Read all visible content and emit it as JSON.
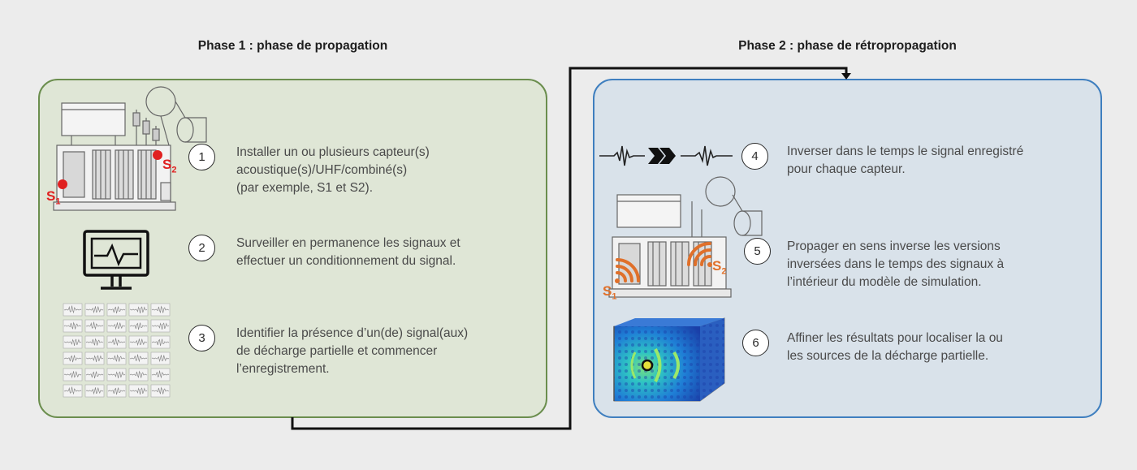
{
  "phase1": {
    "title": "Phase 1 : phase de propagation",
    "steps": [
      {
        "number": "1",
        "text": "Installer un ou plusieurs capteur(s)\nacoustique(s)/UHF/combiné(s)\n(par exemple, S1 et S2)."
      },
      {
        "number": "2",
        "text": "Surveiller en permanence les signaux et\neffectuer un conditionnement du signal."
      },
      {
        "number": "3",
        "text": "Identifier la présence d’un(de) signal(aux)\nde décharge partielle et commencer\nl’enregistrement."
      }
    ]
  },
  "phase2": {
    "title": "Phase 2 : phase de rétropropagation",
    "steps": [
      {
        "number": "4",
        "text": "Inverser dans le temps le signal enregistré\npour chaque capteur."
      },
      {
        "number": "5",
        "text": "Propager en sens inverse les versions\ninversées dans le temps des signaux à\nl’intérieur du modèle de simulation."
      },
      {
        "number": "6",
        "text": "Affiner les résultats pour localiser la ou\nles sources de la décharge partielle."
      }
    ]
  },
  "sensor_labels": {
    "s1": "S",
    "s1_sub": "1",
    "s2": "S",
    "s2_sub": "2"
  },
  "colors": {
    "phase1_border": "#6b8e4e",
    "phase1_fill": "#dfe6d6",
    "phase2_border": "#3f7fbf",
    "phase2_fill": "#d9e2ea",
    "sensor_red": "#e02020",
    "wave_orange": "#e0702a"
  },
  "icons": [
    "transformer-icon",
    "monitor-icon",
    "signal-grid-icon",
    "waveform-reverse-icon",
    "transformer-wave-icon",
    "simulation-box-icon"
  ]
}
